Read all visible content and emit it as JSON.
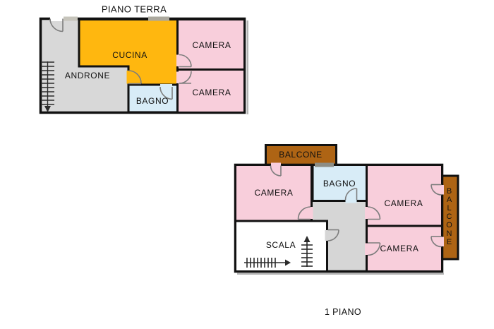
{
  "page": {
    "floor0_title": "PIANO TERRA",
    "floor1_title": "1 PIANO"
  },
  "floor0": {
    "rooms": {
      "androne": "ANDRONE",
      "cucina": "CUCINA",
      "camera_top": "CAMERA",
      "camera_bottom": "CAMERA",
      "bagno": "BAGNO"
    }
  },
  "floor1": {
    "rooms": {
      "camera_left": "CAMERA",
      "bagno": "BAGNO",
      "camera_right_top": "CAMERA",
      "camera_right_bottom": "CAMERA",
      "scala": "SCALA"
    },
    "balcony_top": "BALCONE",
    "balcony_right": "BALCONE"
  },
  "colors": {
    "wall": "#111111",
    "camera_pink": "#F8CEDB",
    "cucina_orange": "#FFB70F",
    "bagno_blue": "#D8ECF7",
    "hall_gray": "#D8D8D8",
    "corridor_gray": "#D6D6D6",
    "scala_white": "#FFFFFF",
    "balcony_brown": "#AE6414",
    "window_dark": "#8D8D85",
    "window_light": "#C6C4BB",
    "window_mid": "#ABA89E",
    "door_line": "#7d7d7d",
    "stair_line": "#2b2b2b"
  }
}
